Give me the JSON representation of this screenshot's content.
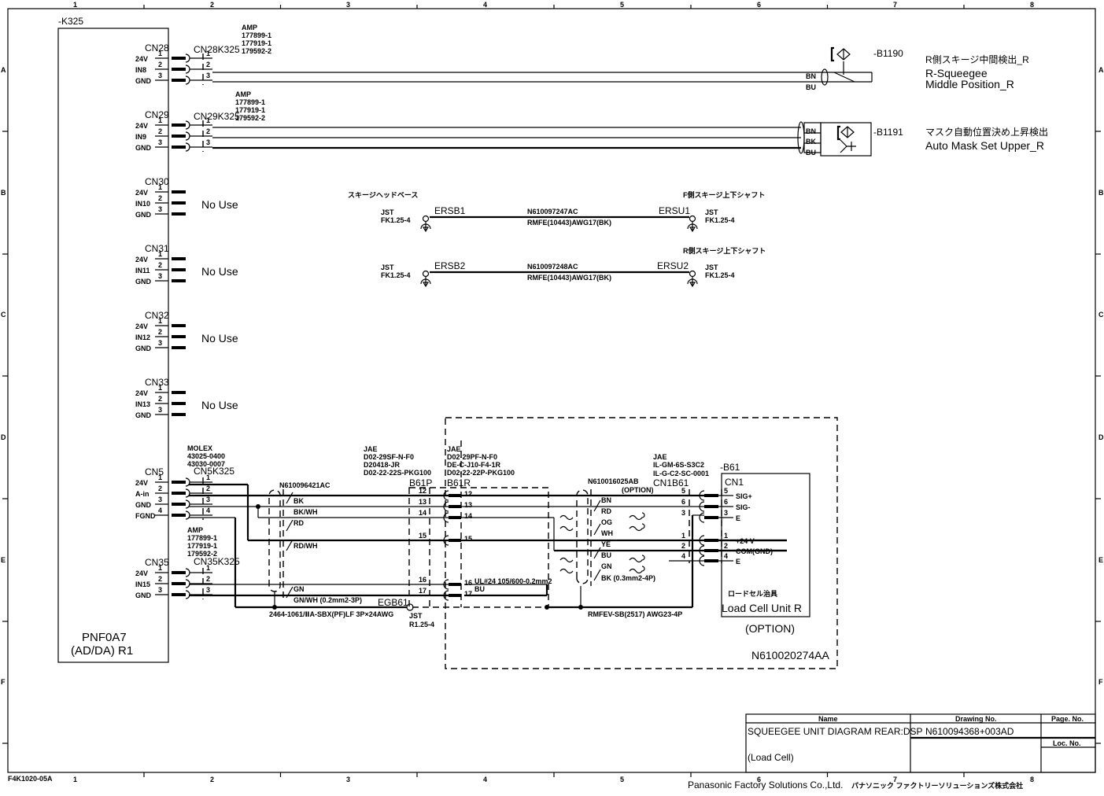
{
  "frame": {
    "columns": [
      "1",
      "2",
      "3",
      "4",
      "5",
      "6",
      "7",
      "8"
    ],
    "rows": [
      "A",
      "B",
      "C",
      "D",
      "E",
      "F"
    ],
    "form_code": "F4K1020-05A"
  },
  "k325": {
    "ref": "-K325",
    "module_name": "PNF0A7",
    "module_sub": "(AD/DA) R1",
    "connectors": [
      {
        "id": "CN28",
        "pins": [
          [
            "1",
            "24V"
          ],
          [
            "2",
            "IN8"
          ],
          [
            "3",
            "GND"
          ]
        ],
        "mate": "CN28K325",
        "maker": "AMP",
        "parts": [
          "177899-1",
          "177919-1",
          "179592-2"
        ]
      },
      {
        "id": "CN29",
        "pins": [
          [
            "1",
            "24V"
          ],
          [
            "2",
            "IN9"
          ],
          [
            "3",
            "GND"
          ]
        ],
        "mate": "CN29K325",
        "maker": "AMP",
        "parts": [
          "177899-1",
          "177919-1",
          "179592-2"
        ]
      },
      {
        "id": "CN30",
        "pins": [
          [
            "1",
            "24V"
          ],
          [
            "2",
            "IN10"
          ],
          [
            "3",
            "GND"
          ]
        ],
        "note": "No Use"
      },
      {
        "id": "CN31",
        "pins": [
          [
            "1",
            "24V"
          ],
          [
            "2",
            "IN11"
          ],
          [
            "3",
            "GND"
          ]
        ],
        "note": "No Use"
      },
      {
        "id": "CN32",
        "pins": [
          [
            "1",
            "24V"
          ],
          [
            "2",
            "IN12"
          ],
          [
            "3",
            "GND"
          ]
        ],
        "note": "No Use"
      },
      {
        "id": "CN33",
        "pins": [
          [
            "1",
            "24V"
          ],
          [
            "2",
            "IN13"
          ],
          [
            "3",
            "GND"
          ]
        ],
        "note": "No Use"
      },
      {
        "id": "CN5",
        "pins": [
          [
            "1",
            "24V"
          ],
          [
            "2",
            "A-in"
          ],
          [
            "3",
            "GND"
          ],
          [
            "4",
            "FGND"
          ]
        ],
        "mate": "CN5K325",
        "maker": "MOLEX",
        "parts": [
          "43025-0400",
          "43030-0007"
        ]
      },
      {
        "id": "CN35",
        "pins": [
          [
            "1",
            "24V"
          ],
          [
            "2",
            "IN15"
          ],
          [
            "3",
            "GND"
          ]
        ],
        "mate": "CN35K325",
        "maker": "AMP",
        "parts": [
          "177899-1",
          "177919-1",
          "179592-2"
        ]
      }
    ]
  },
  "sensors": {
    "b1190": {
      "ref": "-B1190",
      "title_jp": "R側スキージ中間検出_R",
      "title_en1": "R-Squeegee",
      "title_en2": "Middle Position_R",
      "wires": [
        "BN",
        "BU"
      ]
    },
    "b1191": {
      "ref": "-B1191",
      "title_jp": "マスク自動位置決め上昇検出",
      "title_en": "Auto Mask Set Upper_R",
      "wires": [
        "BN",
        "BK",
        "BU"
      ]
    }
  },
  "ground_cables": {
    "header_left": "スキージヘッドベース",
    "cable1": {
      "header_right": "F側スキージ上下シャフト",
      "left_term": "ERSB1",
      "right_term": "ERSU1",
      "part": "N610097247AC",
      "spec": "RMFE(10443)AWG17(BK)"
    },
    "cable2": {
      "header_right": "R側スキージ上下シャフト",
      "left_term": "ERSB2",
      "right_term": "ERSU2",
      "part": "N610097248AC",
      "spec": "RMFE(10443)AWG17(BK)"
    },
    "lug_maker": "JST",
    "lug_part": "FK1.25-4"
  },
  "cable_k325_b61": {
    "part": "N610096421AC",
    "colors": [
      "BK",
      "BK/WH",
      "RD",
      "RD/WH",
      "GN",
      "GN/WH (0.2mm2-3P)"
    ],
    "spec": "2464-1061/ⅡA-SBX(PF)LF 3P×24AWG",
    "ground_term": "EGB61",
    "ground_lug_maker": "JST",
    "ground_lug_part": "R1.25-4"
  },
  "b61p": {
    "ref": "B61P",
    "maker": "JAE",
    "parts": [
      "D02-29SF-N-F0",
      "D20418-JR",
      "D02-22-22S-PKG100"
    ],
    "pins": [
      "12",
      "13",
      "14",
      "15",
      "16",
      "17"
    ]
  },
  "b61r": {
    "ref": "B61R",
    "maker": "JAE",
    "parts": [
      "D02-29PF-N-F0",
      "DE-C-J10-F4-1R",
      "D02-22-22P-PKG100"
    ],
    "pins": [
      "12",
      "13",
      "14",
      "15",
      "16",
      "17"
    ],
    "jumper_note": "UL#24 105/600-0.2mm2",
    "jumper_color": "BU"
  },
  "cable_b61": {
    "part": "N610016025AB",
    "option": "(OPTION)",
    "colors": [
      "BN",
      "RD",
      "OG",
      "WH",
      "YE",
      "BU",
      "GN",
      "BK (0.3mm2-4P)"
    ],
    "spec": "RMFEV-SB(2517) AWG23-4P"
  },
  "cn1b61": {
    "ref": "CN1B61",
    "maker": "JAE",
    "parts": [
      "IL-GM-6S-S3C2",
      "IL-G-C2-SC-0001"
    ],
    "pins": [
      "5",
      "6",
      "3",
      "1",
      "2",
      "4"
    ]
  },
  "b61": {
    "ref": "-B61",
    "conn": "CN1",
    "pins": [
      [
        "5",
        "SIG+"
      ],
      [
        "6",
        "SIG-"
      ],
      [
        "3",
        "E"
      ],
      [
        "1",
        "+24 V"
      ],
      [
        "2",
        "COM(GND)"
      ],
      [
        "4",
        "E"
      ]
    ],
    "title_jp": "ロードセル治具",
    "title_en": "Load Cell Unit R",
    "option": "(OPTION)",
    "assembly_part": "N610020274AA"
  },
  "title_block": {
    "name_header": "Name",
    "drawing_header": "Drawing No.",
    "page_header": "Page. No.",
    "loc_header": "Loc. No.",
    "name_line1": "SQUEEGEE UNIT DIAGRAM REAR:DSP",
    "name_line2": "(Load Cell)",
    "drawing_no": "N610094368+003AD",
    "company": "Panasonic Factory Solutions Co.,Ltd.",
    "company_jp": "パナソニック ファクトリーソリューションズ株式会社"
  }
}
